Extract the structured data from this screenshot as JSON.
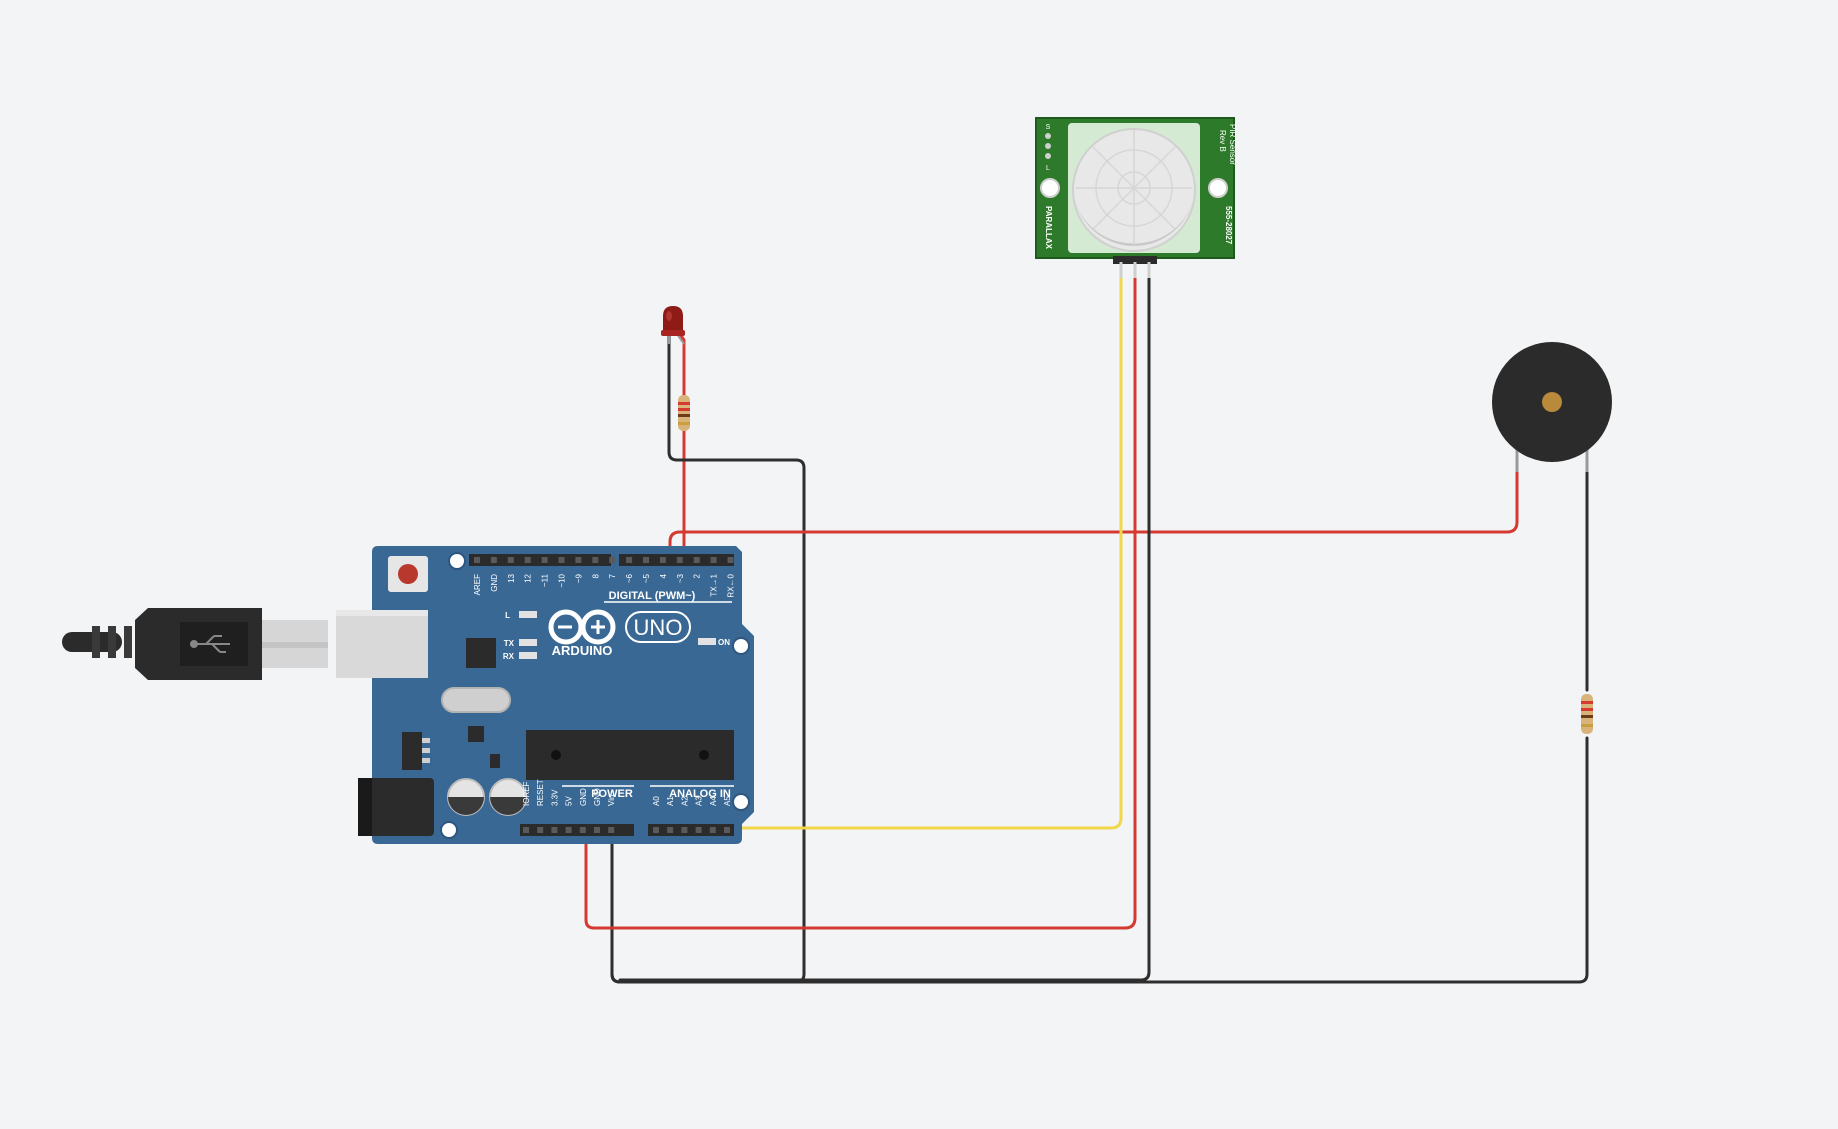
{
  "arduino": {
    "brand": "ARDUINO",
    "model": "UNO",
    "digital_label": "DIGITAL (PWM~)",
    "power_label": "POWER",
    "analog_label": "ANALOG IN",
    "led_l": "L",
    "led_tx": "TX",
    "led_rx": "RX",
    "led_on": "ON",
    "digital_pins": [
      "AREF",
      "GND",
      "13",
      "12",
      "~11",
      "~10",
      "~9",
      "8",
      "7",
      "~6",
      "~5",
      "4",
      "~3",
      "2",
      "TX→1",
      "RX←0"
    ],
    "power_pins": [
      "IOREF",
      "RESET",
      "3.3V",
      "5V",
      "GND",
      "GND",
      "Vin"
    ],
    "analog_pins": [
      "A0",
      "A1",
      "A2",
      "A3",
      "A4",
      "A5"
    ]
  },
  "pir": {
    "title": "PIR Sensor",
    "rev": "Rev B",
    "maker": "PARALLAX",
    "part": "555-28027",
    "jumper_s": "S",
    "jumper_l": "L"
  },
  "colors": {
    "board": "#3a6894",
    "wire_red": "#d43a32",
    "wire_black": "#2e2e2e",
    "wire_yellow": "#f0d84a",
    "pir_pcb": "#2d7a2a",
    "buzzer": "#2b2b2b",
    "background": "#f3f4f6"
  }
}
